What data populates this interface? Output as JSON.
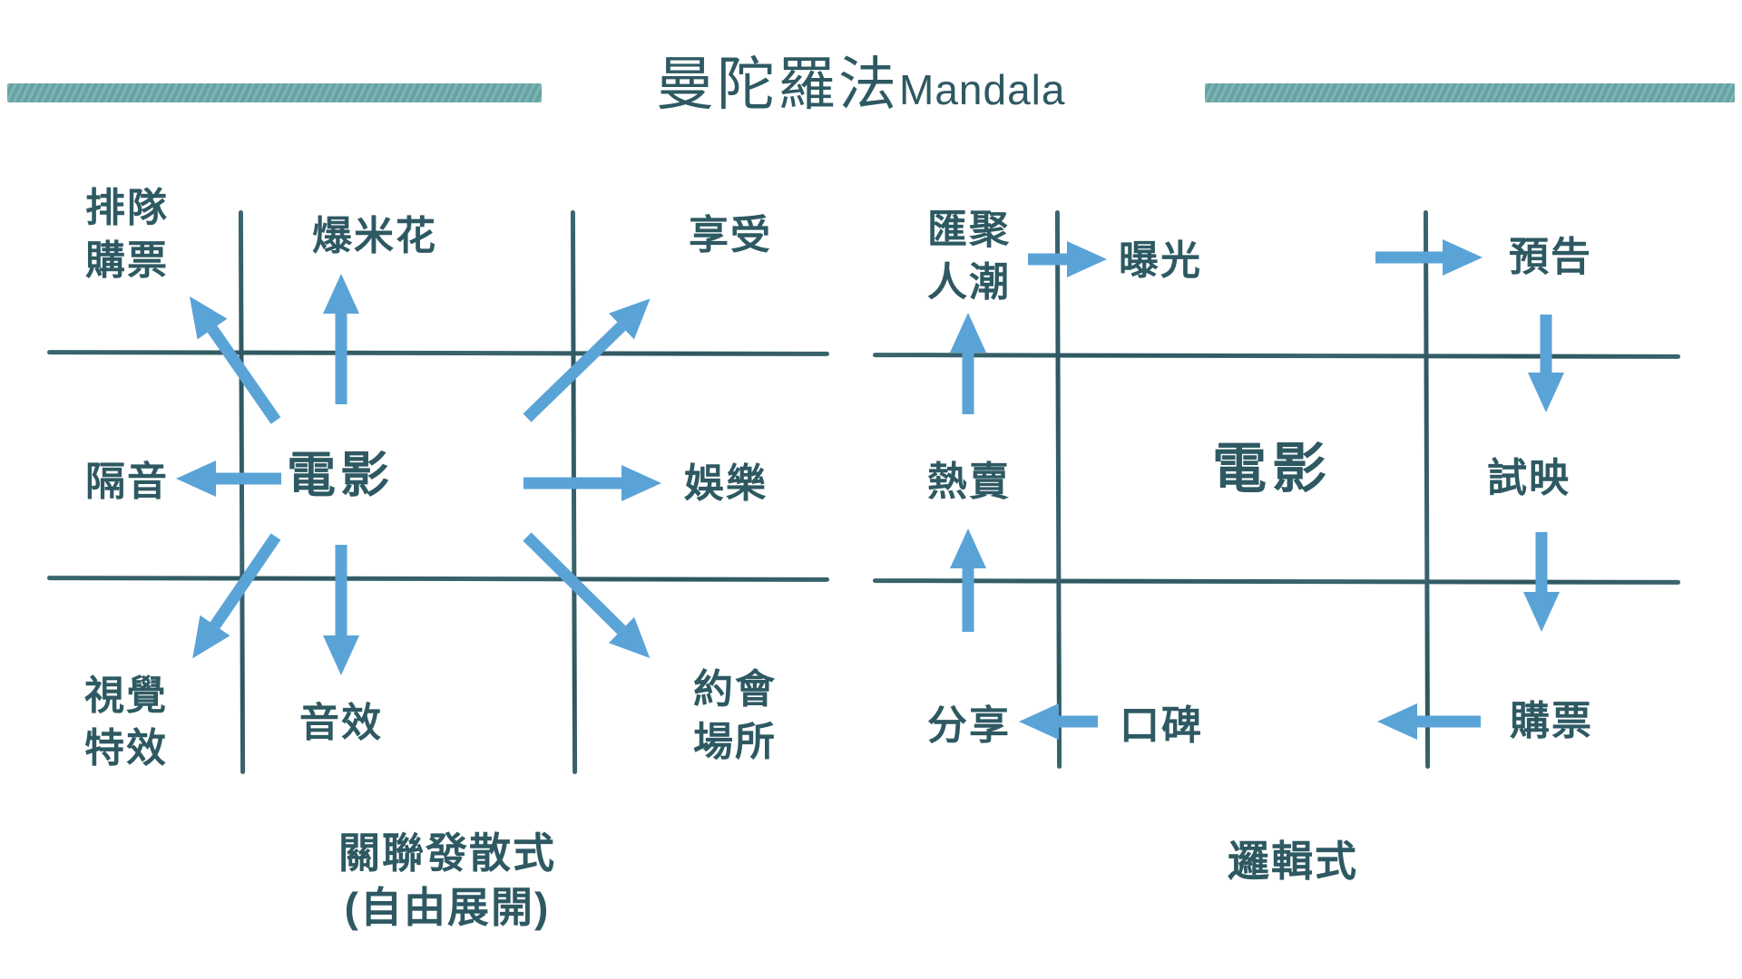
{
  "title": {
    "zh": "曼陀羅法",
    "en": "Mandala"
  },
  "colors": {
    "teal_text": "#2e5962",
    "grid_line": "#35606a",
    "arrow_blue": "#5aa3d7",
    "deco_bar": "#6fa9aa"
  },
  "left_grid": {
    "cells": {
      "top_left": {
        "line1": "排隊",
        "line2": "購票"
      },
      "top": "爆米花",
      "top_right": "享受",
      "mid_left": "隔音",
      "center": "電影",
      "mid_right": "娛樂",
      "bottom_left": {
        "line1": "視覺",
        "line2": "特效"
      },
      "bottom": "音效",
      "bottom_right": {
        "line1": "約會",
        "line2": "場所"
      }
    },
    "arrows": "eight arrows radiating outward from center 電影",
    "caption": {
      "line1": "關聯發散式",
      "line2": "(自由展開)"
    }
  },
  "right_grid": {
    "cells": {
      "top_left": {
        "line1": "匯聚",
        "line2": "人潮"
      },
      "top": "曝光",
      "top_right": "預告",
      "mid_left": "熱賣",
      "center": "電影",
      "mid_right": "試映",
      "bottom_left": "分享",
      "bottom": "口碑",
      "bottom_right": "購票"
    },
    "arrows": "clockwise flow around center 電影",
    "flow": [
      "匯聚人潮→曝光",
      "曝光→預告",
      "預告→試映",
      "試映→購票",
      "購票→口碑",
      "口碑→分享",
      "分享→熱賣",
      "熱賣→匯聚人潮"
    ],
    "caption": {
      "line1": "邏輯式"
    }
  }
}
